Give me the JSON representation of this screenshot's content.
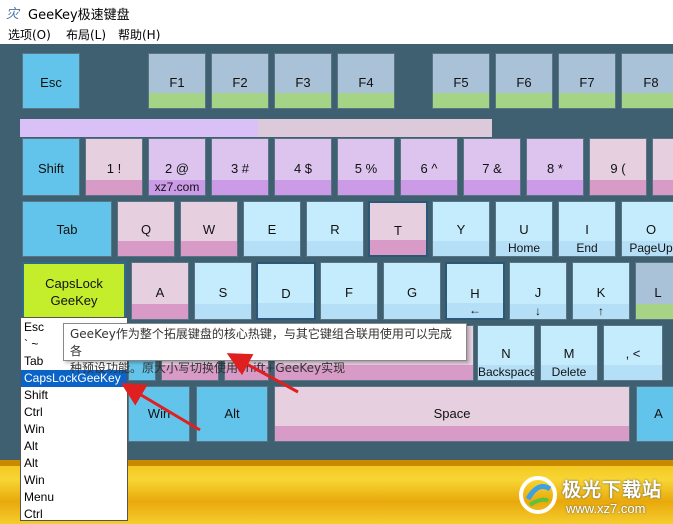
{
  "window": {
    "title": "GeeKey极速键盘",
    "icon": "geekey-logo-icon"
  },
  "menu": [
    {
      "label": "选项(O)"
    },
    {
      "label": "布局(L)"
    },
    {
      "label": "帮助(H)"
    }
  ],
  "keys": {
    "esc": {
      "label": "Esc"
    },
    "f1": {
      "label": "F1"
    },
    "f2": {
      "label": "F2"
    },
    "f3": {
      "label": "F3"
    },
    "f4": {
      "label": "F4"
    },
    "f5": {
      "label": "F5"
    },
    "f6": {
      "label": "F6"
    },
    "f7": {
      "label": "F7"
    },
    "f8": {
      "label": "F8"
    },
    "shift": {
      "label": "Shift"
    },
    "k1": {
      "label": "1 !"
    },
    "k2": {
      "label": "2 @",
      "sub": "xz7.com"
    },
    "k3": {
      "label": "3 #"
    },
    "k4": {
      "label": "4 $"
    },
    "k5": {
      "label": "5 %"
    },
    "k6": {
      "label": "6 ^"
    },
    "k7": {
      "label": "7 &"
    },
    "k8": {
      "label": "8 *"
    },
    "k9": {
      "label": "9 ("
    },
    "tab": {
      "label": "Tab"
    },
    "q": {
      "label": "Q"
    },
    "w": {
      "label": "W"
    },
    "e": {
      "label": "E"
    },
    "r": {
      "label": "R"
    },
    "t": {
      "label": "T"
    },
    "y": {
      "label": "Y"
    },
    "u": {
      "label": "U",
      "sub": "Home"
    },
    "i": {
      "label": "I",
      "sub": "End"
    },
    "o": {
      "label": "O",
      "sub": "PageUp"
    },
    "caps": {
      "label1": "CapsLock",
      "label2": "GeeKey"
    },
    "a": {
      "label": "A"
    },
    "s": {
      "label": "S"
    },
    "d": {
      "label": "D"
    },
    "f": {
      "label": "F"
    },
    "g": {
      "label": "G"
    },
    "h": {
      "label": "H",
      "sub": "←"
    },
    "j": {
      "label": "J",
      "sub": "↓"
    },
    "k": {
      "label": "K",
      "sub": "↑"
    },
    "l": {
      "label": "L"
    },
    "n": {
      "label": "N",
      "sub": "Backspace"
    },
    "m": {
      "label": "M",
      "sub": "Delete"
    },
    "comma": {
      "label": ", <"
    },
    "win": {
      "label": "Win"
    },
    "alt": {
      "label": "Alt"
    },
    "space": {
      "label": "Space"
    },
    "altr": {
      "label": "A"
    }
  },
  "dropdown": {
    "items": [
      "Esc",
      "` ~",
      "Tab",
      "CapsLockGeeKey",
      "Shift",
      "Ctrl",
      "Win",
      "Alt",
      "Alt",
      "Win",
      "Menu",
      "Ctrl"
    ],
    "selected": "CapsLockGeeKey"
  },
  "tooltip": {
    "line1": "GeeKey作为整个拓展键盘的核心热键，与其它键组合联用使用可以完成各",
    "line2": "种预设功能。原大小写切换使用Shift+GeeKey实现"
  },
  "watermark": {
    "name": "极光下载站",
    "url": "www.xz7.com"
  },
  "colors": {
    "keyboard_bg": "#3f6070",
    "caps_key": "#c4ee2c",
    "accent": "#0a64c8",
    "arrow": "#e02020"
  }
}
